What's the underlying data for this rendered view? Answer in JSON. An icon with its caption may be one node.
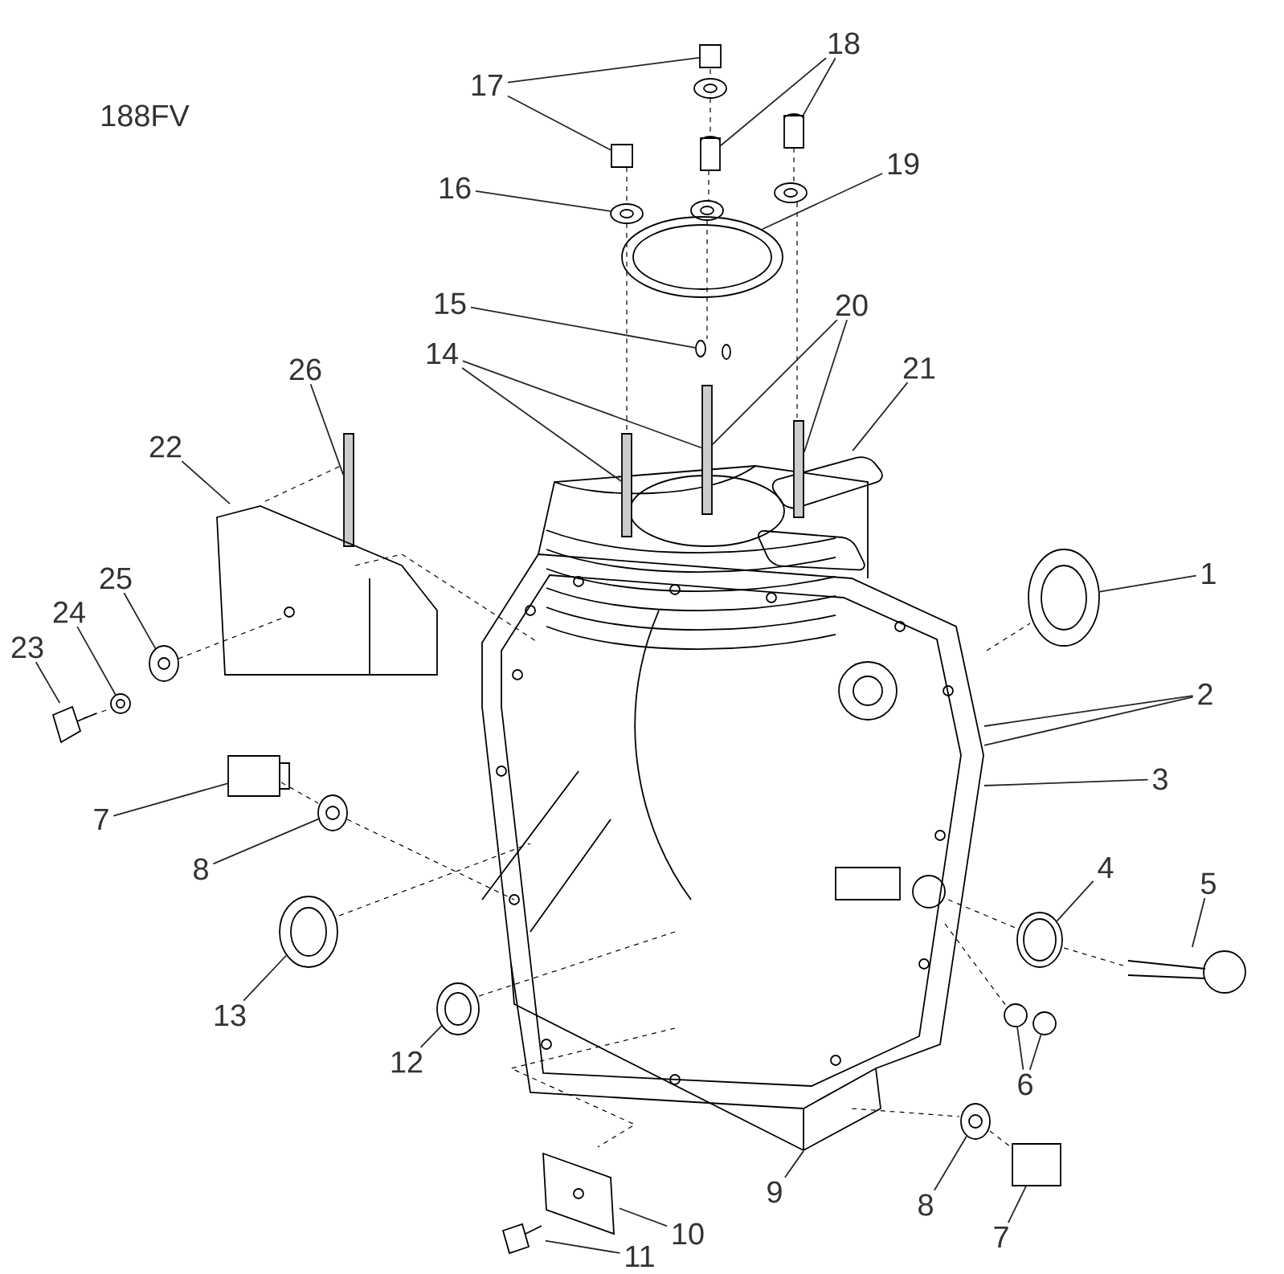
{
  "diagram": {
    "nodes": [
      {
        "text": [
          "17"
        ]
      },
      {
        "text": [
          "18"
        ]
      },
      {
        "text": [
          "16"
        ]
      },
      {
        "text": [
          "19"
        ]
      },
      {
        "text": [
          "15"
        ]
      },
      {
        "text": [
          "20"
        ]
      },
      {
        "text": [
          "14"
        ]
      },
      {
        "text": [
          "21"
        ]
      },
      {
        "text": [
          "26"
        ]
      },
      {
        "text": [
          "22"
        ]
      },
      {
        "text": [
          "1"
        ]
      },
      {
        "text": [
          "25"
        ]
      },
      {
        "text": [
          "24"
        ]
      },
      {
        "text": [
          "23"
        ]
      },
      {
        "text": [
          "2"
        ]
      },
      {
        "text": [
          "3"
        ]
      },
      {
        "text": [
          "7"
        ]
      },
      {
        "text": [
          "8"
        ]
      },
      {
        "text": [
          "4"
        ]
      },
      {
        "text": [
          "5"
        ]
      },
      {
        "text": [
          "13"
        ]
      },
      {
        "text": [
          "12"
        ]
      },
      {
        "text": [
          "6"
        ]
      },
      {
        "text": [
          "9"
        ]
      },
      {
        "text": [
          "8"
        ]
      },
      {
        "text": [
          "7"
        ]
      },
      {
        "text": [
          "10"
        ]
      },
      {
        "text": [
          "11"
        ]
      },
      {
        "text": [],
        "shape": "box"
      },
      {
        "text": [],
        "shape": "box"
      },
      {
        "text": [],
        "shape": "picture"
      },
      {
        "text": [],
        "shape": "picture"
      },
      {
        "text": [],
        "shape": "picture"
      },
      {
        "text": [],
        "shape": "picture"
      },
      {
        "text": [],
        "shape": "circle"
      },
      {
        "text": [],
        "shape": "bar"
      },
      {
        "text": [],
        "shape": "bar"
      },
      {
        "text": [],
        "shape": "bar"
      },
      {
        "text": [],
        "shape": "picture"
      },
      {
        "text": [],
        "shape": "bar"
      },
      {
        "text": [],
        "shape": "picture"
      },
      {
        "text": [],
        "shape": "picture"
      },
      {
        "text": [],
        "shape": "picture"
      },
      {
        "text": [],
        "shape": "picture"
      },
      {
        "text": [],
        "shape": "picture"
      },
      {
        "text": [],
        "shape": "picture"
      },
      {
        "text": [],
        "shape": "box"
      },
      {
        "text": [],
        "shape": "picture"
      },
      {
        "text": [],
        "shape": "picture"
      },
      {
        "text": [],
        "shape": "picture"
      },
      {
        "text": [],
        "shape": "picture"
      },
      {
        "text": [],
        "shape": "picture"
      },
      {
        "text": [],
        "shape": "circle"
      },
      {
        "text": [],
        "shape": "circle"
      },
      {
        "text": [],
        "shape": "picture"
      },
      {
        "text": [],
        "shape": "box"
      },
      {
        "text": [],
        "shape": "picture"
      },
      {
        "text": [],
        "shape": "picture"
      }
    ],
    "edges": [
      {
        "from": 0,
        "to": 28,
        "arrow": "none"
      },
      {
        "from": 0,
        "to": 29,
        "arrow": "none"
      },
      {
        "from": 1,
        "to": 30,
        "arrow": "none"
      },
      {
        "from": 1,
        "to": 31,
        "arrow": "none"
      },
      {
        "from": 2,
        "to": 32,
        "arrow": "none"
      },
      {
        "from": 3,
        "to": 33,
        "arrow": "none"
      },
      {
        "from": 4,
        "to": 34,
        "arrow": "none"
      },
      {
        "from": 5,
        "to": 37,
        "arrow": "none"
      },
      {
        "from": 5,
        "to": 39,
        "arrow": "none"
      },
      {
        "from": 6,
        "to": 36,
        "arrow": "none"
      },
      {
        "from": 6,
        "to": 37,
        "arrow": "none"
      },
      {
        "from": 7,
        "to": 38,
        "arrow": "none"
      },
      {
        "from": 8,
        "to": 35,
        "arrow": "none"
      },
      {
        "from": 9,
        "to": 40,
        "arrow": "none"
      },
      {
        "from": 10,
        "to": 44,
        "arrow": "none"
      },
      {
        "from": 11,
        "to": 41,
        "arrow": "none"
      },
      {
        "from": 12,
        "to": 42,
        "arrow": "none"
      },
      {
        "from": 13,
        "to": 43,
        "arrow": "none"
      },
      {
        "from": 14,
        "to": 45,
        "arrow": "none"
      },
      {
        "from": 14,
        "to": 45,
        "arrow": "none"
      },
      {
        "from": 15,
        "to": 45,
        "arrow": "none"
      },
      {
        "from": 16,
        "to": 46,
        "arrow": "none"
      },
      {
        "from": 17,
        "to": 47,
        "arrow": "none"
      },
      {
        "from": 18,
        "to": 50,
        "arrow": "none"
      },
      {
        "from": 19,
        "to": 51,
        "arrow": "none"
      },
      {
        "from": 20,
        "to": 48,
        "arrow": "none"
      },
      {
        "from": 21,
        "to": 49,
        "arrow": "none"
      },
      {
        "from": 22,
        "to": 52,
        "arrow": "none"
      },
      {
        "from": 22,
        "to": 53,
        "arrow": "none"
      },
      {
        "from": 23,
        "to": 45,
        "arrow": "none"
      },
      {
        "from": 24,
        "to": 54,
        "arrow": "none"
      },
      {
        "from": 25,
        "to": 55,
        "arrow": "none"
      },
      {
        "from": 26,
        "to": 56,
        "arrow": "none"
      },
      {
        "from": 27,
        "to": 57,
        "arrow": "none"
      }
    ],
    "labels": [
      "188FV"
    ]
  }
}
